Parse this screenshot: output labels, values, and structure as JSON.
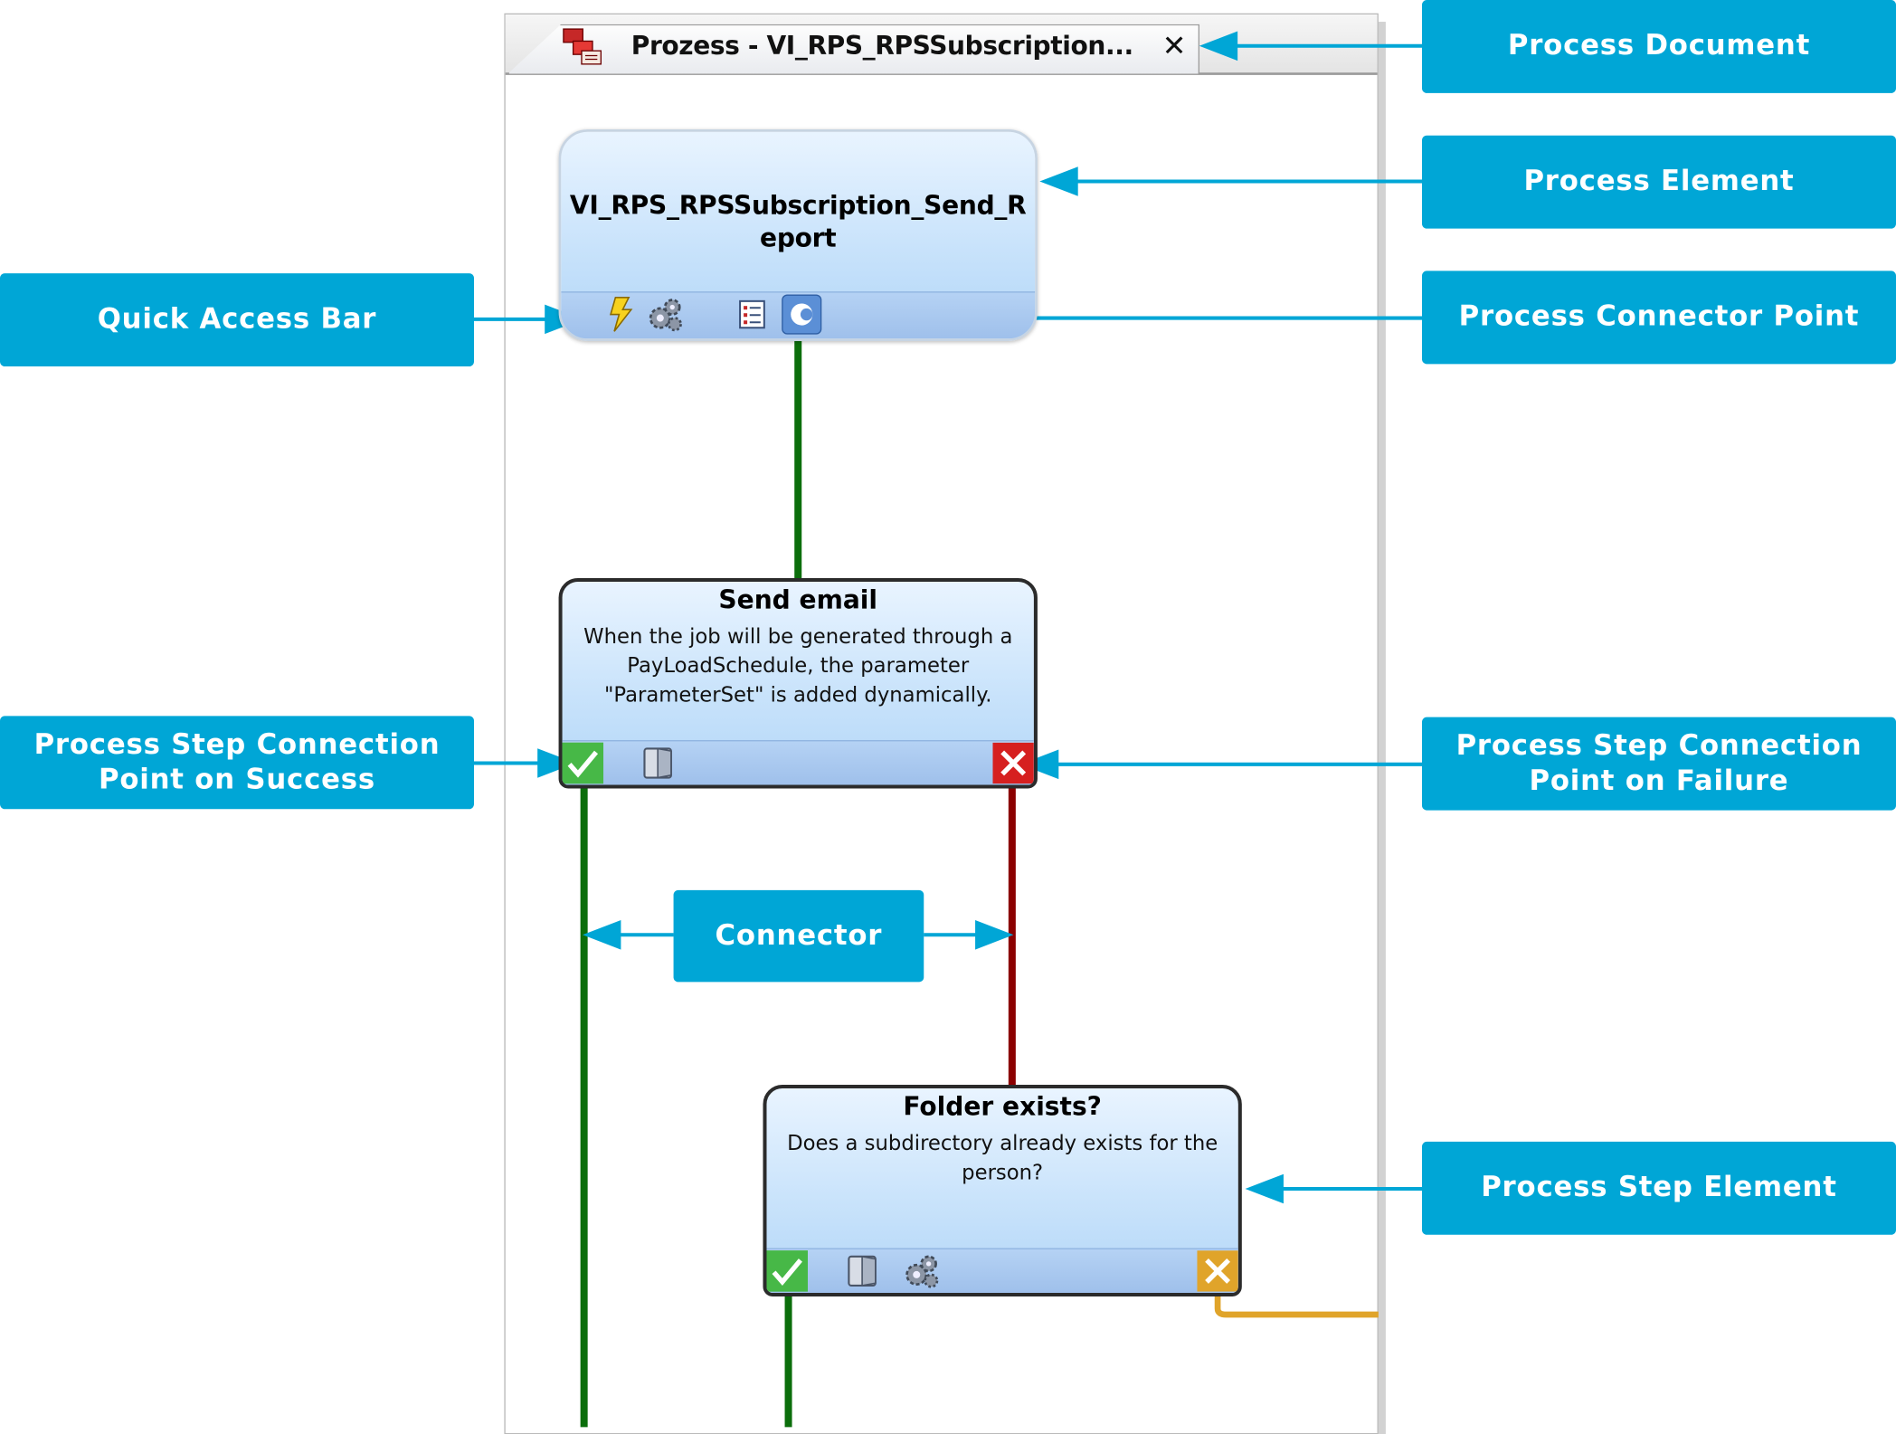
{
  "document_tab": {
    "title": "Prozess - VI_RPS_RPSSubscription...",
    "close_glyph": "✕",
    "icon": "process-document-icon"
  },
  "process_element": {
    "title_line1": "VI_RPS_RPSSubscription_Send_R",
    "title_line2": "eport",
    "quick_access_icons": [
      "event-lightning-icon",
      "gear-cluster-icon",
      "list-icon",
      "connector-point-icon"
    ]
  },
  "steps": [
    {
      "title": "Send email",
      "desc_line1": "When the job will be generated through a",
      "desc_line2": "PayLoadSchedule, the parameter",
      "desc_line3": "\"ParameterSet\" is added dynamically.",
      "icons": [
        "success-check-icon",
        "door-icon",
        "failure-x-icon"
      ]
    },
    {
      "title": "Folder exists?",
      "desc_line1": "Does a subdirectory already exists for the",
      "desc_line2": "person?",
      "icons": [
        "success-check-icon",
        "door-icon",
        "gear-cluster-icon",
        "failure-x-icon"
      ]
    }
  ],
  "callouts": {
    "process_document": "Process Document",
    "process_element": "Process Element",
    "quick_access_bar": "Quick Access Bar",
    "process_connector_point": "Process Connector Point",
    "success_line1": "Process Step Connection",
    "success_line2": "Point on Success",
    "failure_line1": "Process Step Connection",
    "failure_line2": "Point on Failure",
    "connector": "Connector",
    "process_step_element": "Process Step Element"
  },
  "colors": {
    "callout": "#00a6d6",
    "success": "#0b6e0b",
    "failure": "#8b0000",
    "alternate": "#e0a42a"
  }
}
